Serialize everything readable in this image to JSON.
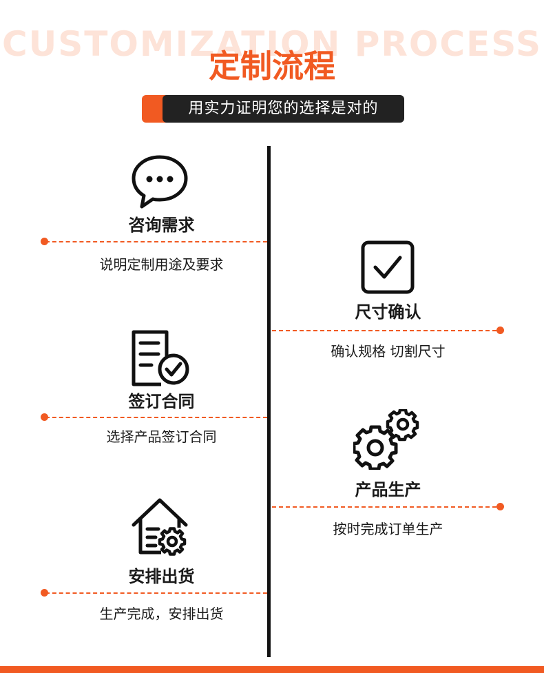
{
  "header": {
    "bg_title": "CUSTOMIZATION PROCESS",
    "title": "定制流程",
    "subtitle": "用实力证明您的选择是对的"
  },
  "colors": {
    "accent": "#f15a22",
    "dark": "#111111",
    "watermark": "#fde3d8"
  },
  "steps": [
    {
      "label": "咨询需求",
      "desc": "说明定制用途及要求",
      "icon": "chat-bubble-icon"
    },
    {
      "label": "尺寸确认",
      "desc": "确认规格 切割尺寸",
      "icon": "checkbox-icon"
    },
    {
      "label": "签订合同",
      "desc": "选择产品签订合同",
      "icon": "contract-check-icon"
    },
    {
      "label": "产品生产",
      "desc": "按时完成订单生产",
      "icon": "gears-icon"
    },
    {
      "label": "安排出货",
      "desc": "生产完成，安排出货",
      "icon": "warehouse-gear-icon"
    }
  ]
}
